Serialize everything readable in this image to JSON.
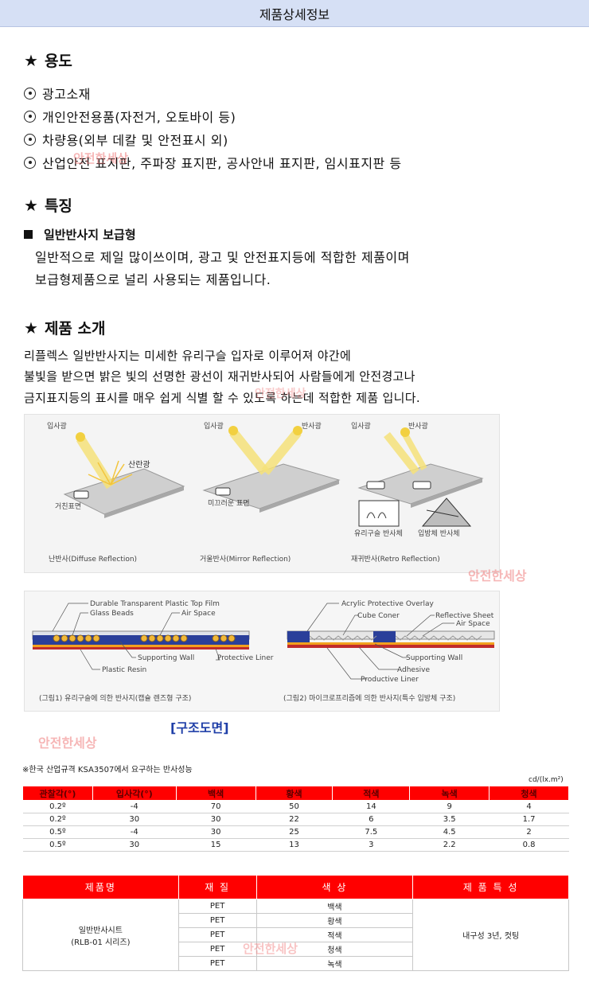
{
  "header": {
    "title": "제품상세정보"
  },
  "usage": {
    "heading": "용도",
    "items": [
      "광고소재",
      "개인안전용품(자전거, 오토바이 등)",
      "차량용(외부 데칼 및 안전표시 외)",
      "산업안전 표지판, 주파장 표지판, 공사안내 표지판, 임시표지판 등"
    ]
  },
  "features": {
    "heading": "특징",
    "sub_title": "일반반사지 보급형",
    "lines": [
      "일반적으로 제일 많이쓰이며, 광고 및 안전표지등에 적합한 제품이며",
      "보급형제품으로 널리 사용되는 제품입니다."
    ]
  },
  "intro": {
    "heading": "제품 소개",
    "lines": [
      "리플렉스 일반반사지는 미세한 유리구슬 입자로 이루어져 야간에",
      "불빛을 받으면 밝은 빛의 선명한 광선이 재귀반사되어 사람들에게 안전경고나",
      "금지표지등의 표시를 매우 쉽게 식별 할 수 있도록 하는데 적합한 제품 입니다."
    ]
  },
  "reflection_diagram": {
    "incident": "입사광",
    "reflected": "반사광",
    "scattered": "산란광",
    "rough_surface": "거친표면",
    "smooth_surface": "미끄러운 표면",
    "glass_bead_type": "유리구슬 반사체",
    "prism_type": "입방체 반사체",
    "captions": [
      "난반사(Diffuse Reflection)",
      "거울반사(Mirror Reflection)",
      "재귀반사(Retro Reflection)"
    ]
  },
  "structure_diagram": {
    "left_labels": [
      "Durable Transparent Plastic Top Film",
      "Glass Beads",
      "Air Space",
      "Supporting Wall",
      "Protective Liner",
      "Plastic Resin"
    ],
    "right_labels": [
      "Acrylic Protective Overlay",
      "Cube Coner",
      "Reflective Sheet",
      "Air Space",
      "Supporting Wall",
      "Adhesive",
      "Productive Liner"
    ],
    "captions": [
      "(그림1) 유리구슬에 의한 반사지(캡슐 렌즈형 구조)",
      "(그림2) 마이크로프리즘에 의한 반사지(특수 입방체 구조)"
    ],
    "title": "[구조도면]"
  },
  "watermark": "안전한세상",
  "performance": {
    "note": "※한국 산업규격 KSA3507에서 요구하는 반사성능",
    "unit": "cd/(lx.m²)",
    "headers": [
      "관찰각(°)",
      "입사각(°)",
      "백색",
      "황색",
      "적색",
      "녹색",
      "청색"
    ],
    "rows": [
      [
        "0.2º",
        "-4",
        "70",
        "50",
        "14",
        "9",
        "4"
      ],
      [
        "0.2º",
        "30",
        "30",
        "22",
        "6",
        "3.5",
        "1.7"
      ],
      [
        "0.5º",
        "-4",
        "30",
        "25",
        "7.5",
        "4.5",
        "2"
      ],
      [
        "0.5º",
        "30",
        "15",
        "13",
        "3",
        "2.2",
        "0.8"
      ]
    ]
  },
  "product": {
    "headers": [
      "제품명",
      "재 질",
      "색 상",
      "제 품 특 성"
    ],
    "name_lines": [
      "일반반사시트",
      "(RLB-01 시리즈)"
    ],
    "rows": [
      [
        "PET",
        "백색"
      ],
      [
        "PET",
        "황색"
      ],
      [
        "PET",
        "적색"
      ],
      [
        "PET",
        "청색"
      ],
      [
        "PET",
        "녹색"
      ]
    ],
    "feature": "내구성 3년, 컷팅"
  },
  "colors": {
    "header_bg": "#d6e0f5",
    "table_red": "#ff0000",
    "watermark": "#f07b7b",
    "structure_title": "#1f3fa8"
  }
}
